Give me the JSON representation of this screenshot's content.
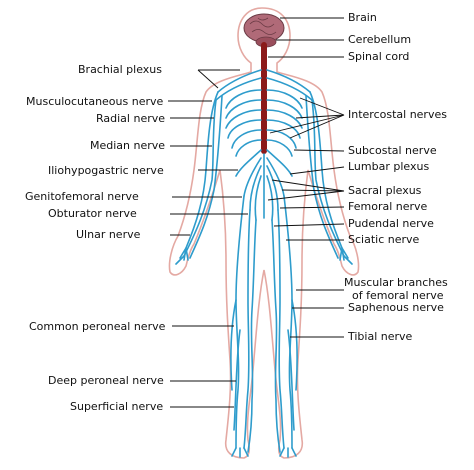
{
  "colors": {
    "nerve": "#2e9ccc",
    "nerve_dark": "#1f7fae",
    "cord": "#8b1a1a",
    "brain": "#b06a78",
    "skin_outline": "#e4a9a3",
    "leader": "#111111"
  },
  "labels_right": {
    "brain": "Brain",
    "cerebellum": "Cerebellum",
    "spinal_cord": "Spinal cord",
    "intercostal": "Intercostal nerves",
    "subcostal": "Subcostal nerve",
    "lumbar": "Lumbar plexus",
    "sacral": "Sacral plexus",
    "femoral": "Femoral nerve",
    "pudendal": "Pudendal nerve",
    "sciatic": "Sciatic nerve",
    "muscular_1": "Muscular branches",
    "muscular_2": "of femoral nerve",
    "saphenous": "Saphenous nerve",
    "tibial": "Tibial nerve"
  },
  "labels_left": {
    "brachial": "Brachial plexus",
    "musculocutaneous": "Musculocutaneous nerve",
    "radial": "Radial nerve",
    "median": "Median nerve",
    "iliohypogastric": "Iliohypogastric nerve",
    "genitofemoral": "Genitofemoral nerve",
    "obturator": "Obturator nerve",
    "ulnar": "Ulnar nerve",
    "common_peroneal": "Common peroneal nerve",
    "deep_peroneal": "Deep peroneal nerve",
    "superficial": "Superficial nerve"
  }
}
